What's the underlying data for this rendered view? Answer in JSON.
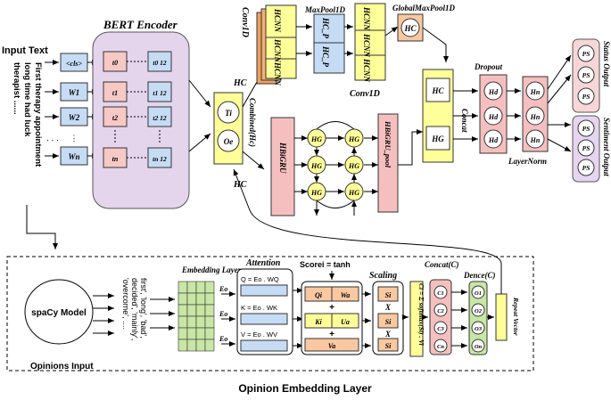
{
  "input": {
    "heading": "Input Text",
    "lines": [
      "First therapy appointment",
      "long time had luck",
      "therapist ......"
    ]
  },
  "bert": {
    "title": "BERT Encoder",
    "tokens": [
      "<cls>",
      "W1",
      "W2",
      "Wn"
    ],
    "t_sub": [
      "t0",
      "t1",
      "t2",
      "tn"
    ],
    "t_end": [
      "t0 12",
      "t1 12",
      "t2 12",
      "tn 12"
    ]
  },
  "conv": {
    "conv1d_left": "Conv1D",
    "conv1d_bottom": "Conv1D",
    "maxpool": "MaxPool1D",
    "globalmax": "GlobalMaxPool1D",
    "hcnn": "HCNN",
    "hcp": "HC_P",
    "hc": "HC"
  },
  "combined": {
    "label": "Combined(Hc)",
    "ti": "Ti",
    "oe": "Oe",
    "hc_top": "HC",
    "hc_bottom": "HC"
  },
  "bigru": {
    "left": "HBiGRU",
    "right": "HBiGRU_pool",
    "node": "HG"
  },
  "concat": {
    "label": "Concat",
    "hc": "HC",
    "hg": "HG"
  },
  "dropout": {
    "label": "Dropout",
    "node": "Hd"
  },
  "layernorm": {
    "label": "LayerNorm",
    "node": "Hn"
  },
  "outputs": {
    "status": "Status Output",
    "sentiment": "Sentiment Output",
    "node": "PS"
  },
  "opinion": {
    "title": "Opinion Embedding Layer",
    "input_label": "Opinions Input",
    "spacy": "spaCy Model",
    "words": [
      "first', 'long', 'bad',",
      "decided', 'mainly',",
      "'overcome', ...."
    ],
    "embedding_label": "Embedding Layer",
    "eo": "Eo",
    "attention_label": "Attention",
    "q": "Q = Eo . WQ",
    "k": "K = Eo . WK",
    "v": "V = Eo . WV",
    "score_label": "Scorei = tanh",
    "qi": "Qi",
    "wa": "Wa",
    "ki": "Ki",
    "ua": "Ua",
    "va": "Va",
    "scaling_label": "Scaling",
    "si": "Si",
    "ci_formula": "Ci = Σ softmax(Si) . Vi",
    "concat_label": "Concat(C)",
    "dence_label": "Dence(C)",
    "c_nodes": [
      "C1",
      "C2",
      "C3",
      "Cn"
    ],
    "o_nodes": [
      "O1",
      "O2",
      "O3",
      "On"
    ],
    "repeat": "Repeat Vector"
  },
  "colors": {
    "bert_bg": "#e4d4ec",
    "token_blue": "#c6dcf5",
    "token_pink": "#f7c9c4",
    "yellow": "#ffff99",
    "orange": "#f9c8a0",
    "salmon": "#f6bfbf",
    "lavender": "#e6d5ef",
    "green": "#c8e6a4"
  }
}
